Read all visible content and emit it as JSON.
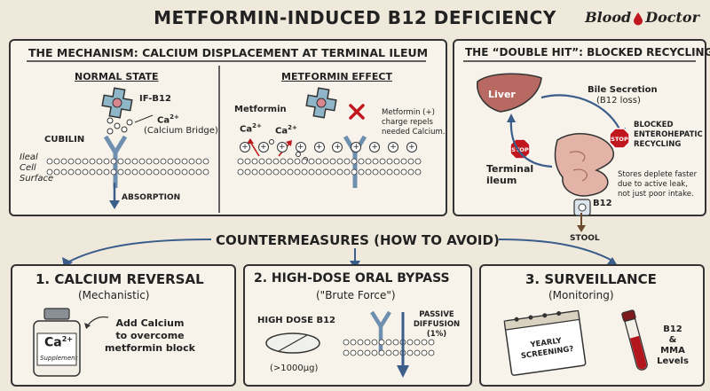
{
  "title": "METFORMIN-INDUCED B12 DEFICIENCY",
  "logo": {
    "left": "Blood",
    "right": "Doctor"
  },
  "mechanism": {
    "title": "THE MECHANISM: CALCIUM DISPLACEMENT AT TERMINAL ILEUM",
    "normal": {
      "heading": "NORMAL STATE",
      "if_b12": "IF-B12",
      "ca": "Ca",
      "ca_sup": "2+",
      "calcium_bridge": "(Calcium Bridge)",
      "cubilin": "CUBILIN",
      "ileal_cell_surface": [
        "Ileal",
        "Cell",
        "Surface"
      ],
      "absorption": "ABSORPTION"
    },
    "metformin": {
      "heading": "METFORMIN EFFECT",
      "metformin": "Metformin",
      "ca": "Ca",
      "ca_sup": "2+",
      "note": [
        "Metformin (+)",
        "charge repels",
        "needed Calcium."
      ],
      "plus": "+"
    }
  },
  "double_hit": {
    "title": "THE “DOUBLE HIT”: BLOCKED RECYCLING",
    "liver": "Liver",
    "bile_secretion": "Bile Secretion",
    "b12_loss": "(B12 loss)",
    "blocked": [
      "BLOCKED",
      "ENTEROHEPATIC",
      "RECYCLING"
    ],
    "stop": "STOP",
    "terminal_ileum": [
      "Terminal",
      "ileum"
    ],
    "stores_note": [
      "Stores deplete faster",
      "due to active leak,",
      "not just poor intake."
    ],
    "b12": "B12",
    "stool": "STOOL"
  },
  "countermeasures": {
    "heading": "COUNTERMEASURES (HOW TO AVOID)",
    "calcium": {
      "title": "1. CALCIUM REVERSAL",
      "subtitle": "(Mechanistic)",
      "bottle_ca": "Ca",
      "bottle_sup": "2+",
      "bottle_label": "Supplement",
      "note": [
        "Add Calcium",
        "to overcome",
        "metformin block"
      ]
    },
    "oral": {
      "title": "2. HIGH-DOSE ORAL BYPASS",
      "subtitle": "(\"Brute Force\")",
      "high_dose": "HIGH DOSE B12",
      "dose": "(>1000µg)",
      "passive": [
        "PASSIVE",
        "DIFFUSION",
        "(1%)"
      ]
    },
    "surveillance": {
      "title": "3. SURVEILLANCE",
      "subtitle": "(Monitoring)",
      "calendar": [
        "YEARLY",
        "SCREENING?"
      ],
      "tube": [
        "B12",
        "&",
        "MMA",
        "Levels"
      ]
    }
  }
}
